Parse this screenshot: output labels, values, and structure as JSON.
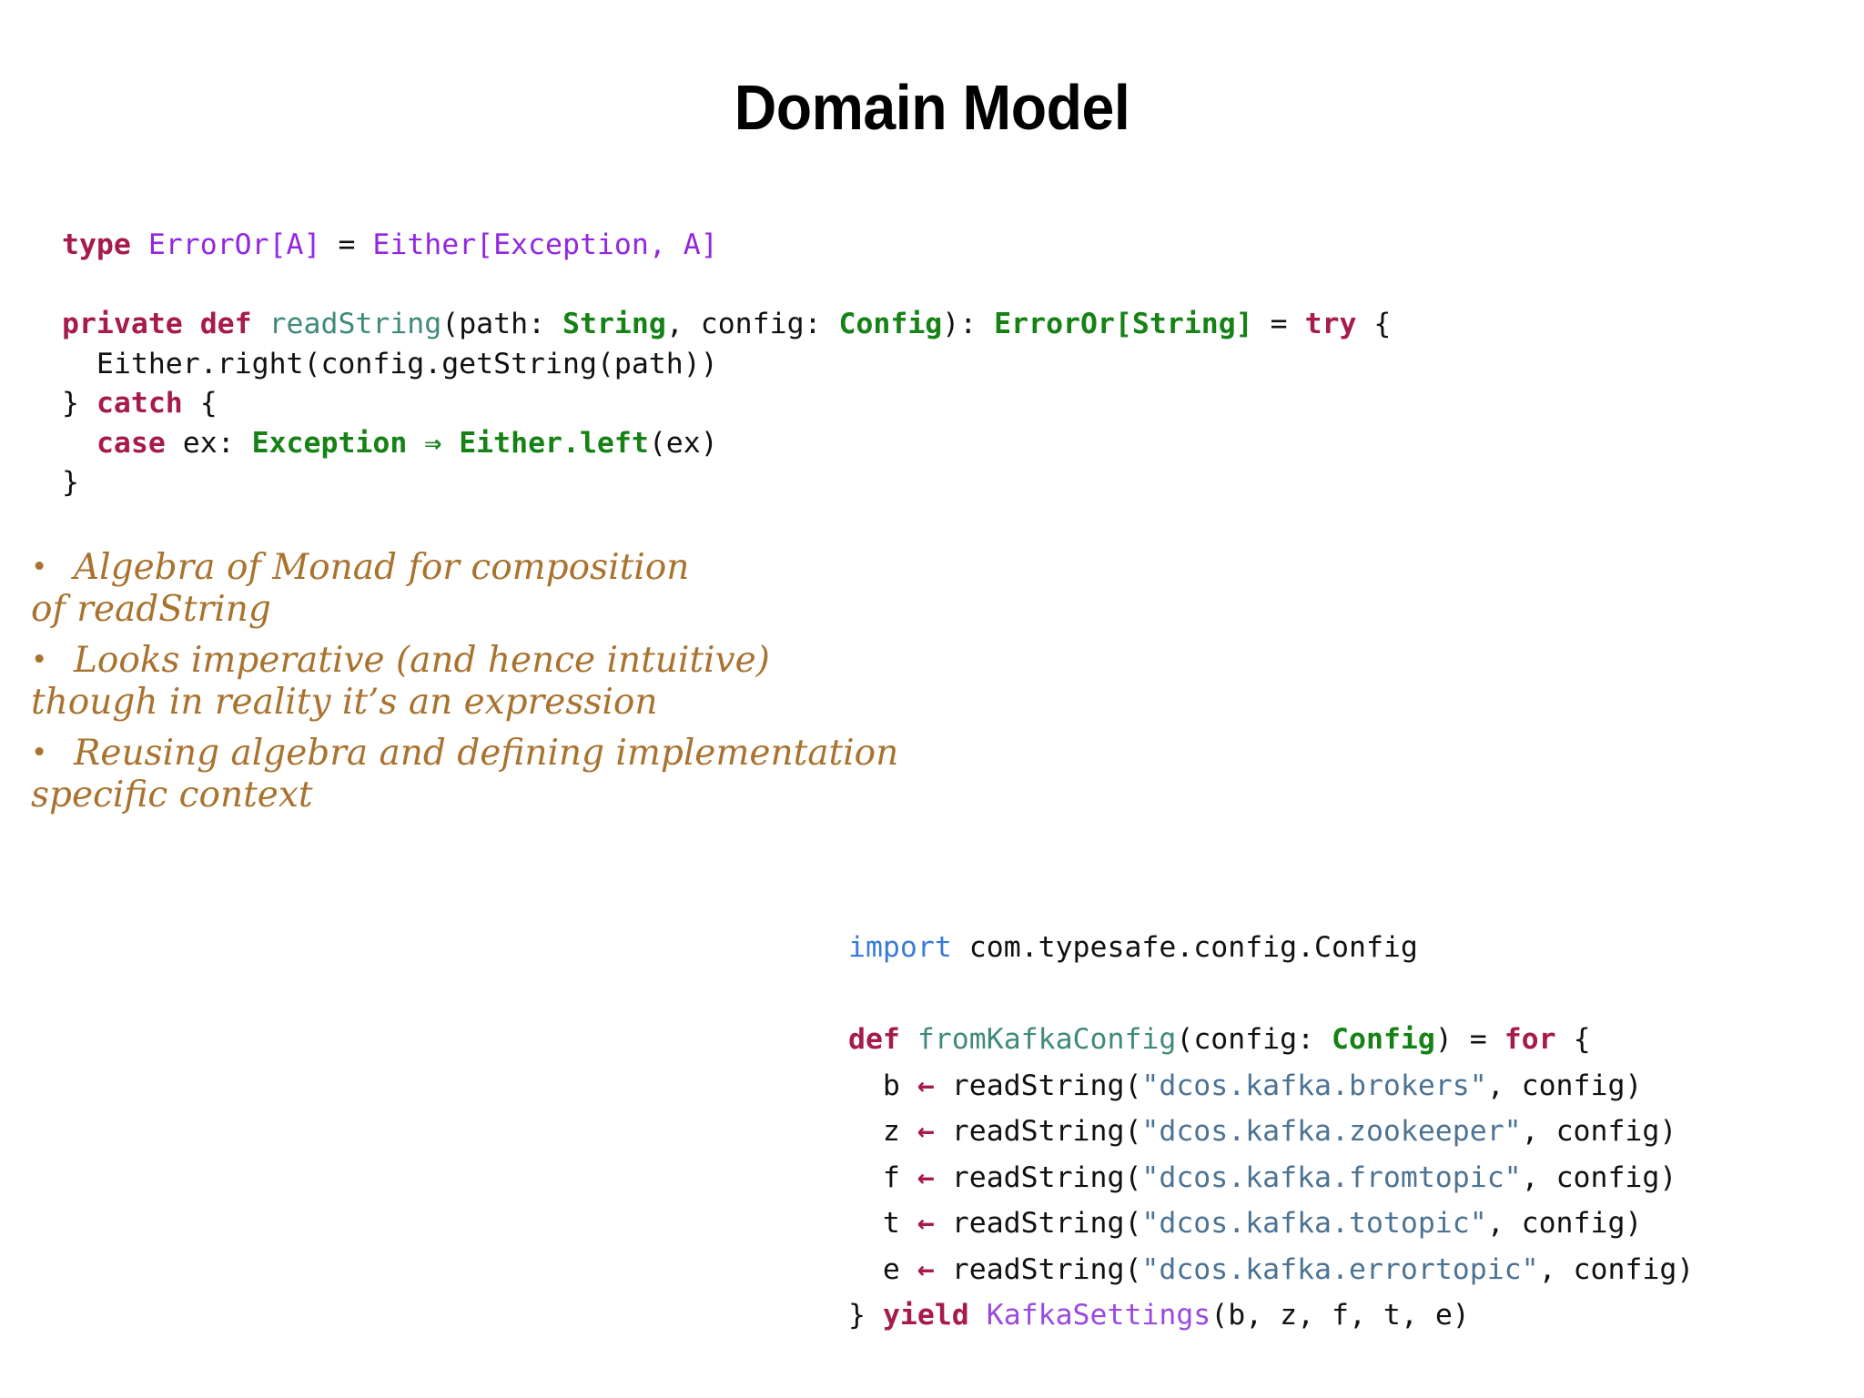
{
  "slide": {
    "title": "Domain Model",
    "title_color": "#000000",
    "background_color": "#ffffff"
  },
  "code_top": {
    "language": "scala",
    "lines": [
      {
        "id": "type-alias",
        "tokens": [
          {
            "text": "type",
            "style": "kw"
          },
          {
            "text": " ",
            "style": "plain"
          },
          {
            "text": "ErrorOr[A]",
            "style": "type"
          },
          {
            "text": " = ",
            "style": "plain"
          },
          {
            "text": "Either[Exception, A]",
            "style": "type"
          }
        ]
      },
      {
        "id": "blank-1",
        "tokens": [
          {
            "text": " ",
            "style": "plain"
          }
        ]
      },
      {
        "id": "def-readstring",
        "tokens": [
          {
            "text": "private def",
            "style": "kw"
          },
          {
            "text": " ",
            "style": "plain"
          },
          {
            "text": "readString",
            "style": "fn"
          },
          {
            "text": "(path: ",
            "style": "plain"
          },
          {
            "text": "String",
            "style": "green"
          },
          {
            "text": ", config: ",
            "style": "plain"
          },
          {
            "text": "Config",
            "style": "green"
          },
          {
            "text": "): ",
            "style": "plain"
          },
          {
            "text": "ErrorOr[String]",
            "style": "green"
          },
          {
            "text": " = ",
            "style": "plain"
          },
          {
            "text": "try",
            "style": "kw"
          },
          {
            "text": " {",
            "style": "plain"
          }
        ]
      },
      {
        "id": "either-right",
        "tokens": [
          {
            "text": "  Either.right(config.getString(path))",
            "style": "plain"
          }
        ]
      },
      {
        "id": "catch-open",
        "tokens": [
          {
            "text": "} ",
            "style": "plain"
          },
          {
            "text": "catch",
            "style": "kw"
          },
          {
            "text": " {",
            "style": "plain"
          }
        ]
      },
      {
        "id": "case-exception",
        "tokens": [
          {
            "text": "  ",
            "style": "plain"
          },
          {
            "text": "case",
            "style": "kw"
          },
          {
            "text": " ex: ",
            "style": "plain"
          },
          {
            "text": "Exception",
            "style": "green"
          },
          {
            "text": " ",
            "style": "plain"
          },
          {
            "text": "⇒",
            "style": "green"
          },
          {
            "text": " ",
            "style": "plain"
          },
          {
            "text": "Either.left",
            "style": "green"
          },
          {
            "text": "(ex)",
            "style": "plain"
          }
        ]
      },
      {
        "id": "close-brace",
        "tokens": [
          {
            "text": "}",
            "style": "plain"
          }
        ]
      }
    ]
  },
  "bullets": [
    {
      "id": "bullet-algebra",
      "marker": "•",
      "head": "Algebra of Monad for composition",
      "wrap": "of readString"
    },
    {
      "id": "bullet-imperative",
      "marker": "•",
      "head": "Looks imperative (and hence intuitive)",
      "wrap": "though in reality it’s an expression"
    },
    {
      "id": "bullet-reusing",
      "marker": "•",
      "head": "Reusing algebra and defining implementation",
      "wrap": "specific context"
    }
  ],
  "code_bottom": {
    "language": "scala",
    "lines": [
      {
        "id": "import-config",
        "tokens": [
          {
            "text": "import",
            "style": "import"
          },
          {
            "text": " com.typesafe.config.Config",
            "style": "plain"
          }
        ]
      },
      {
        "id": "blank-2",
        "tokens": [
          {
            "text": " ",
            "style": "plain"
          }
        ]
      },
      {
        "id": "def-fromkafkaconfig",
        "tokens": [
          {
            "text": "def",
            "style": "kw"
          },
          {
            "text": " ",
            "style": "plain"
          },
          {
            "text": "fromKafkaConfig",
            "style": "fn"
          },
          {
            "text": "(config: ",
            "style": "plain"
          },
          {
            "text": "Config",
            "style": "green"
          },
          {
            "text": ") = ",
            "style": "plain"
          },
          {
            "text": "for",
            "style": "kw"
          },
          {
            "text": " {",
            "style": "plain"
          }
        ]
      },
      {
        "id": "bind-brokers",
        "tokens": [
          {
            "text": "  b ",
            "style": "plain"
          },
          {
            "text": "←",
            "style": "arrow"
          },
          {
            "text": " readString(",
            "style": "plain"
          },
          {
            "text": "\"dcos.kafka.brokers\"",
            "style": "str"
          },
          {
            "text": ", config)",
            "style": "plain"
          }
        ]
      },
      {
        "id": "bind-zookeeper",
        "tokens": [
          {
            "text": "  z ",
            "style": "plain"
          },
          {
            "text": "←",
            "style": "arrow"
          },
          {
            "text": " readString(",
            "style": "plain"
          },
          {
            "text": "\"dcos.kafka.zookeeper\"",
            "style": "str"
          },
          {
            "text": ", config)",
            "style": "plain"
          }
        ]
      },
      {
        "id": "bind-fromtopic",
        "tokens": [
          {
            "text": "  f ",
            "style": "plain"
          },
          {
            "text": "←",
            "style": "arrow"
          },
          {
            "text": " readString(",
            "style": "plain"
          },
          {
            "text": "\"dcos.kafka.fromtopic\"",
            "style": "str"
          },
          {
            "text": ", config)",
            "style": "plain"
          }
        ]
      },
      {
        "id": "bind-totopic",
        "tokens": [
          {
            "text": "  t ",
            "style": "plain"
          },
          {
            "text": "←",
            "style": "arrow"
          },
          {
            "text": " readString(",
            "style": "plain"
          },
          {
            "text": "\"dcos.kafka.totopic\"",
            "style": "str"
          },
          {
            "text": ", config)",
            "style": "plain"
          }
        ]
      },
      {
        "id": "bind-errortopic",
        "tokens": [
          {
            "text": "  e ",
            "style": "plain"
          },
          {
            "text": "←",
            "style": "arrow"
          },
          {
            "text": " readString(",
            "style": "plain"
          },
          {
            "text": "\"dcos.kafka.errortopic\"",
            "style": "str"
          },
          {
            "text": ", config)",
            "style": "plain"
          }
        ]
      },
      {
        "id": "yield-kafkasettings",
        "tokens": [
          {
            "text": "} ",
            "style": "plain"
          },
          {
            "text": "yield",
            "style": "kw"
          },
          {
            "text": " ",
            "style": "plain"
          },
          {
            "text": "KafkaSettings",
            "style": "type2"
          },
          {
            "text": "(b, z, f, t, e)",
            "style": "plain"
          }
        ]
      }
    ]
  },
  "colors": {
    "keyword": "#a61b4a",
    "type": "#9327e0",
    "type_alt": "#9a4ae0",
    "green_type": "#168216",
    "function": "#3f8a7a",
    "import_keyword": "#3a7bd5",
    "string_literal": "#4d7394",
    "handwriting": "#a9732f",
    "plain_text": "#111111"
  }
}
